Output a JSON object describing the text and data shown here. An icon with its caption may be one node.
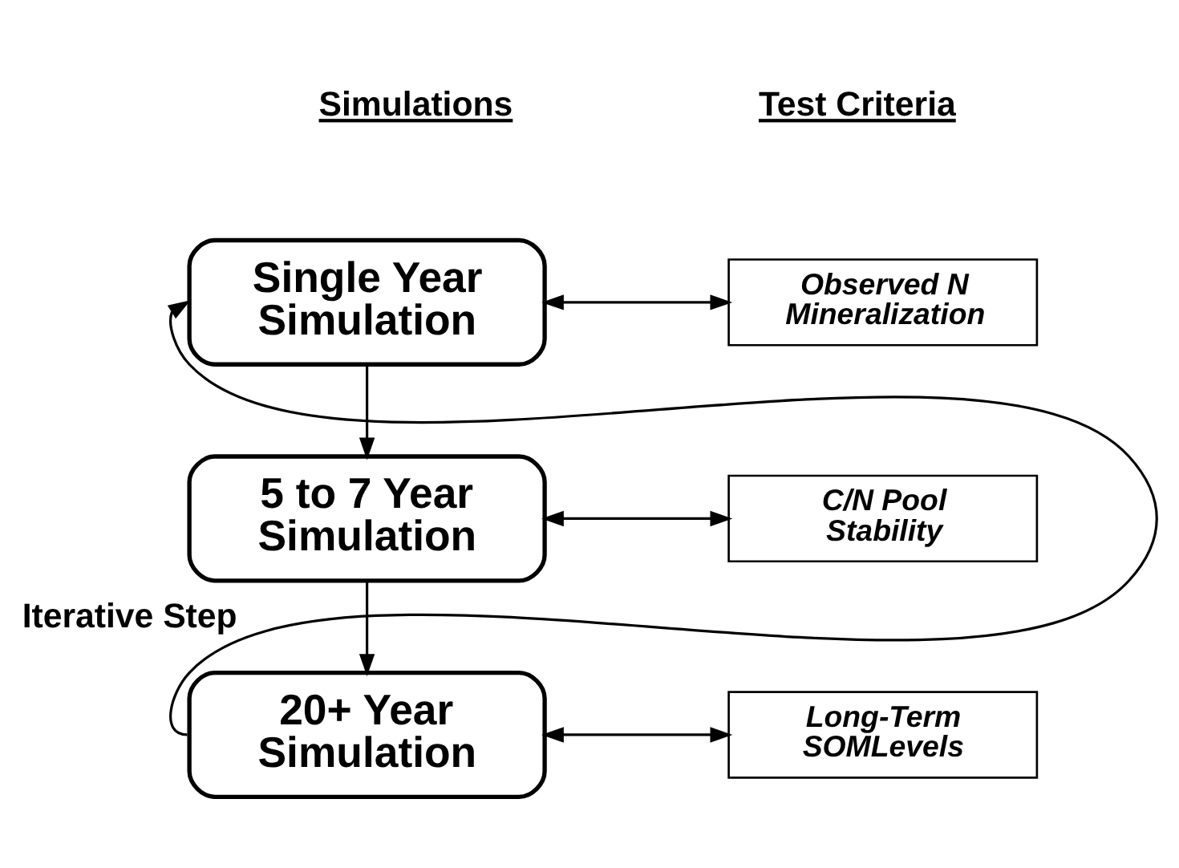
{
  "diagram": {
    "nodes": [
      {
        "text": [
          "Single Year Simulation"
        ]
      },
      {
        "text": [
          "5 to 7 Year Simulation"
        ]
      },
      {
        "text": [
          "20+ Year Simulation"
        ]
      },
      {
        "text": [
          "Observed N Mineralization"
        ]
      },
      {
        "text": [
          "C/N Pool Stability"
        ]
      },
      {
        "text": [
          "Long-Term SOMLevels"
        ]
      }
    ],
    "edges": [
      {
        "from": 0,
        "to": 1,
        "arrow": "to"
      },
      {
        "from": 1,
        "to": 2,
        "arrow": "to"
      },
      {
        "from": 2,
        "to": 0,
        "arrow": "to",
        "label": "Iterative Step"
      },
      {
        "from": 0,
        "to": 3,
        "arrow": "both"
      },
      {
        "from": 1,
        "to": 4,
        "arrow": "both"
      },
      {
        "from": 2,
        "to": 5,
        "arrow": "both"
      }
    ],
    "labels": [
      "Simulations",
      "Test Criteria"
    ]
  }
}
